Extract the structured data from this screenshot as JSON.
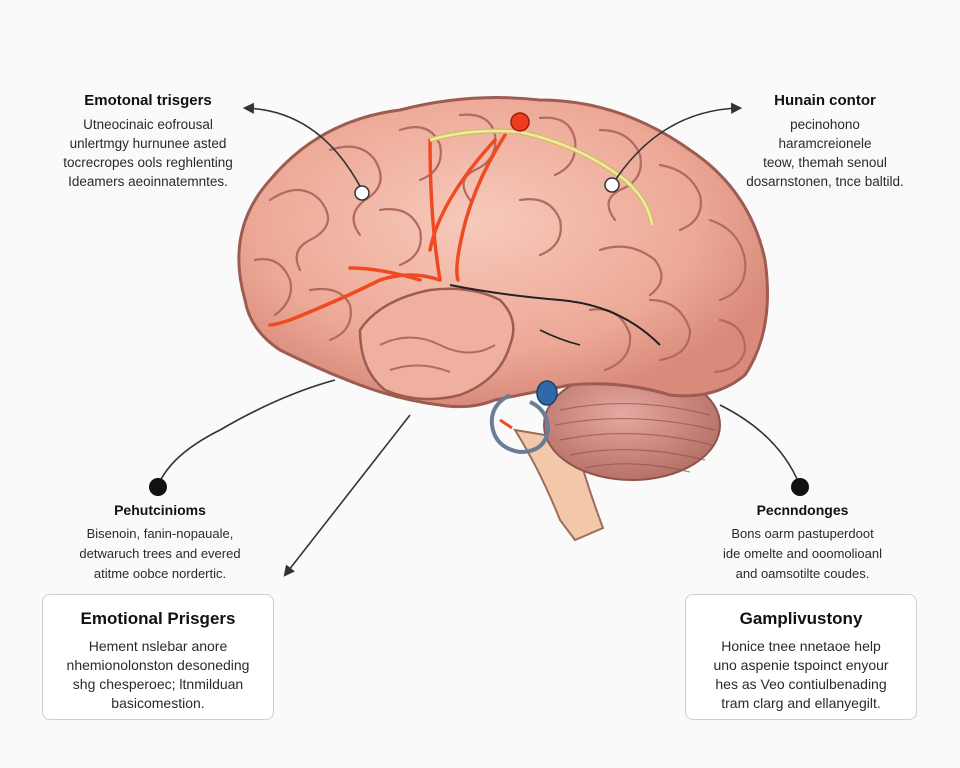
{
  "labels": {
    "top_left": {
      "title": "Emotonal trisgers",
      "lines": [
        "Utneocinaic eofrousal",
        "unlertmgy hurnunee asted",
        "tocrecropes ools reghlenting",
        "Ideamers aeoinnatemntes."
      ]
    },
    "top_right": {
      "title": "Hunain contor",
      "lines": [
        "pecinohono",
        "haramcreionele",
        "teow, themah senoul",
        "dosarnstonen, tnce baltild."
      ]
    },
    "mid_left": {
      "title": "Pehutcinioms",
      "lines": [
        "Bisenoin, fanin-nopauale,",
        "detwaruch trees and evered",
        "atitme oobce nordertic."
      ]
    },
    "mid_right": {
      "title": "Pecnndonges",
      "lines": [
        "Bons oarm pastuperdoot",
        "ide omelte and ooomolioanl",
        "and oamsotilte coudes."
      ]
    }
  },
  "cards": {
    "left": {
      "title": "Emotional Prisgers",
      "lines": [
        "Hement nslebar anore",
        "nhemionolonston desoneding",
        "shg chesperoec; ltnmilduan",
        "basicomestion."
      ]
    },
    "right": {
      "title": "Gamplivustony",
      "lines": [
        "Honice tnee nnetaoe help",
        "uno aspenie tspoinct enyour",
        "hes as Veo contiulbenading",
        "tram clarg and ellanyegilt."
      ]
    }
  },
  "colors": {
    "brain": "#f2b3a2",
    "brain_shadow": "#d98a7a",
    "sulci": "#b06b60",
    "artery": "#ef4a22",
    "tract": "#e9dd8a",
    "cerebellum": "#c98780",
    "brainstem": "#f3c8aa",
    "node_dark": "#111111"
  }
}
